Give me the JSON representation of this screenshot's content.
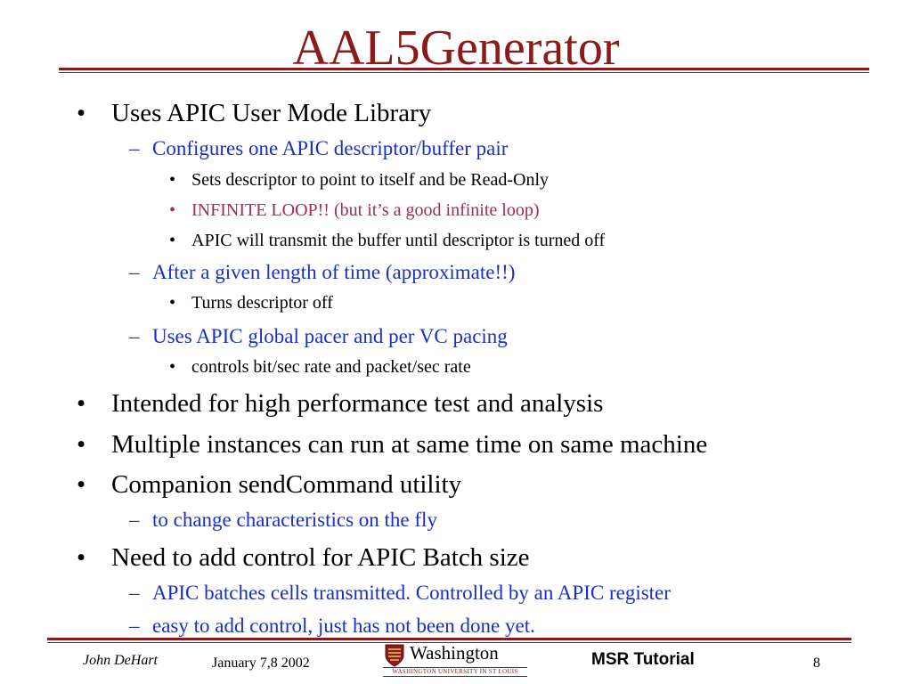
{
  "title": "AAL5Generator",
  "colors": {
    "accent": "#8b1a1a",
    "sub_bullet": "#1a2fc8",
    "highlight": "#a32c56"
  },
  "bullets": [
    {
      "level": 1,
      "mark": "•",
      "text": "Uses APIC User Mode Library"
    },
    {
      "level": 2,
      "mark": "–",
      "text": "Configures one APIC descriptor/buffer pair"
    },
    {
      "level": 3,
      "mark": "•",
      "text": "Sets descriptor to point to itself and be Read-Only"
    },
    {
      "level": 3,
      "mark": "•",
      "text": "INFINITE LOOP!! (but it’s a good infinite loop)"
    },
    {
      "level": 3,
      "mark": "•",
      "text": "APIC will transmit the buffer until descriptor is turned off"
    },
    {
      "level": 2,
      "mark": "–",
      "text": "After a given length of time (approximate!!)"
    },
    {
      "level": 3,
      "mark": "•",
      "text": "Turns descriptor off"
    },
    {
      "level": 2,
      "mark": "–",
      "text": "Uses APIC global pacer and per VC pacing"
    },
    {
      "level": 3,
      "mark": "•",
      "text": "controls bit/sec rate and packet/sec rate"
    },
    {
      "level": 1,
      "mark": "•",
      "text": "Intended for high performance test and analysis"
    },
    {
      "level": 1,
      "mark": "•",
      "text": "Multiple instances can run at same time on same machine"
    },
    {
      "level": 1,
      "mark": "•",
      "text": "Companion sendCommand utility"
    },
    {
      "level": 2,
      "mark": "–",
      "text": "to change characteristics on the fly"
    },
    {
      "level": 1,
      "mark": "•",
      "text": "Need to add control for APIC Batch size"
    },
    {
      "level": 2,
      "mark": "–",
      "text": "APIC batches cells transmitted. Controlled by an APIC register"
    },
    {
      "level": 2,
      "mark": "–",
      "text": "easy to add control, just has not been done yet."
    }
  ],
  "footer": {
    "author": "John DeHart",
    "date": "January 7,8  2002",
    "logo_word": "Washington",
    "logo_sub": "WASHINGTON UNIVERSITY IN ST LOUIS",
    "event": "MSR Tutorial",
    "page": "8"
  }
}
